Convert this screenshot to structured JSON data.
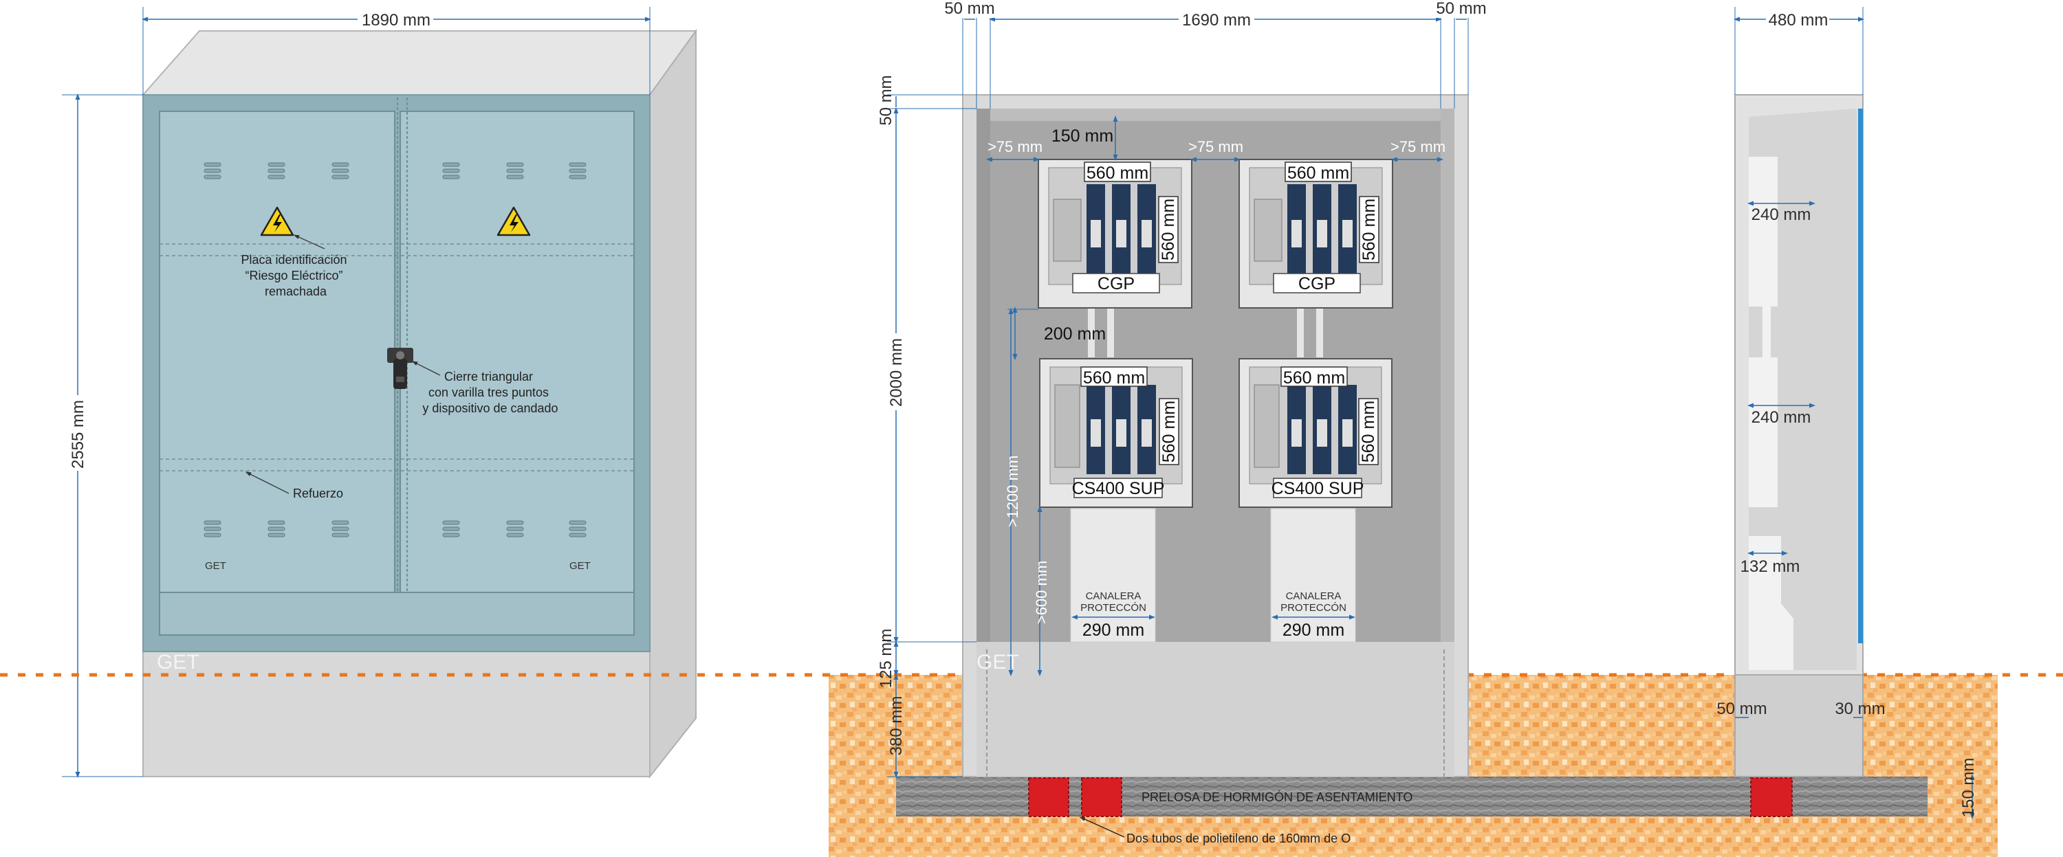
{
  "front_view": {
    "width_dim": "1890 mm",
    "height_dim": "2555 mm",
    "plate_note": [
      "Placa identificación",
      "“Riesgo Eléctrico”",
      "remachada"
    ],
    "lock_note": [
      "Cierre triangular",
      "con varilla tres puntos",
      "y dispositivo de candado"
    ],
    "reinforcement_note": "Refuerzo",
    "brand": "GET",
    "plate_mark_left": "GET",
    "plate_mark_right": "GET"
  },
  "interior_view": {
    "dim_left_wall": "50 mm",
    "dim_inner_width": "1690 mm",
    "dim_right_wall": "50 mm",
    "dim_top_wall": "50 mm",
    "dim_inner_height": "2000 mm",
    "dim_bottom": "125 mm",
    "dim_buried": "380 mm",
    "clear_top": "150 mm",
    "clear_left": ">75 mm",
    "clear_middle": ">75 mm",
    "clear_right": ">75 mm",
    "cgp_left": {
      "width": "560 mm",
      "height": "560 mm",
      "label": "CGP"
    },
    "cgp_right": {
      "width": "560 mm",
      "height": "560 mm",
      "label": "CGP"
    },
    "gap_between": "200 mm",
    "cs_left": {
      "width": "560 mm",
      "height": "560 mm",
      "label": "CS400 SUP"
    },
    "cs_right": {
      "width": "560 mm",
      "height": "560 mm",
      "label": "CS400 SUP"
    },
    "min_height_1200": ">1200 mm",
    "min_height_600": ">600 mm",
    "duct_left": {
      "label_line1": "CANALERA",
      "label_line2": "PROTECCÓN",
      "width": "290 mm"
    },
    "duct_right": {
      "label_line1": "CANALERA",
      "label_line2": "PROTECCÓN",
      "width": "290 mm"
    },
    "slab_label": "PRELOSA DE HORMIGÓN DE ASENTAMIENTO",
    "tubes_note": "Dos tubos de polietileno de 160mm de O",
    "brand": "GET"
  },
  "side_view": {
    "depth_dim": "480 mm",
    "upper_depth": "240 mm",
    "lower_depth": "240 mm",
    "bottom_depth": "132 mm",
    "base_left": "50 mm",
    "base_right": "30 mm",
    "slab_thickness": "150 mm"
  },
  "colors": {
    "door": "#a9c6ce",
    "door_frame": "#8fb0b8",
    "cabinet_grey": "#d6d6d6",
    "interior_grey": "#a7a7a7",
    "dimension_blue": "#2b6fb0",
    "ground_orange": "#f3b066",
    "ground_line": "#e8761c",
    "tube_red": "#d81e23",
    "slab_grey": "#8a8a8a",
    "side_blue_edge": "#2a8fd0"
  },
  "icons": [
    "warning-triangle-icon",
    "lock-handle-icon",
    "vent-louver-icon"
  ]
}
